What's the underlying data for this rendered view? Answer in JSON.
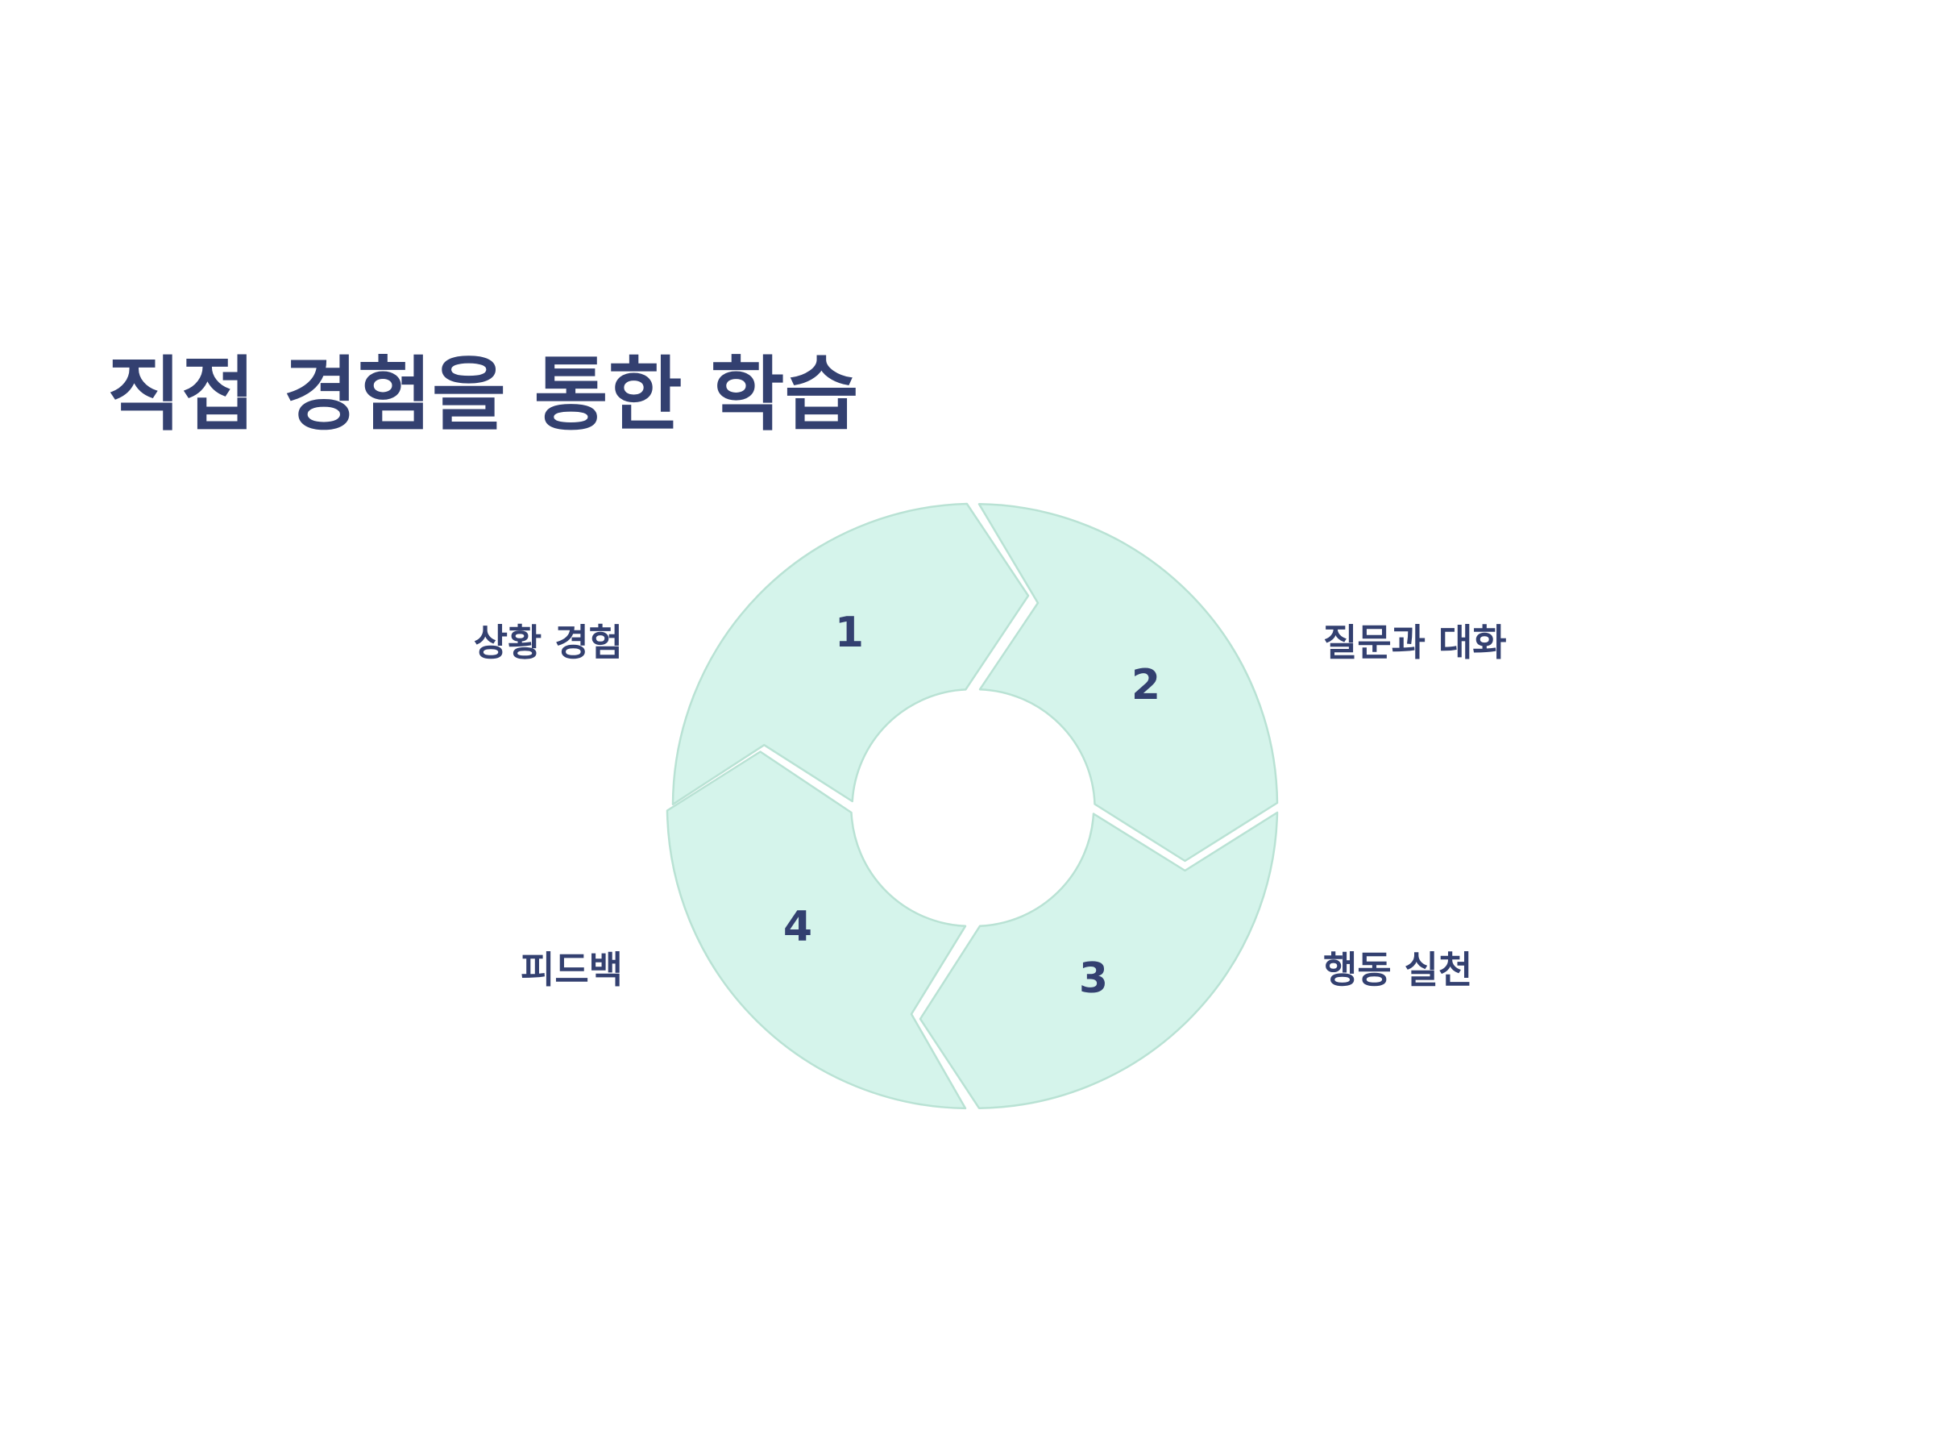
{
  "slide": {
    "title": "직접 경험을 통한 학습",
    "background_color": "#ffffff"
  },
  "cycle": {
    "segment_color": "#d5f4eb",
    "segment_border_color": "#b9e2d4",
    "text_color": "#334070",
    "steps": [
      {
        "number": "1",
        "label": "상황 경험"
      },
      {
        "number": "2",
        "label": "질문과 대화"
      },
      {
        "number": "3",
        "label": "행동 실천"
      },
      {
        "number": "4",
        "label": "피드백"
      }
    ]
  }
}
